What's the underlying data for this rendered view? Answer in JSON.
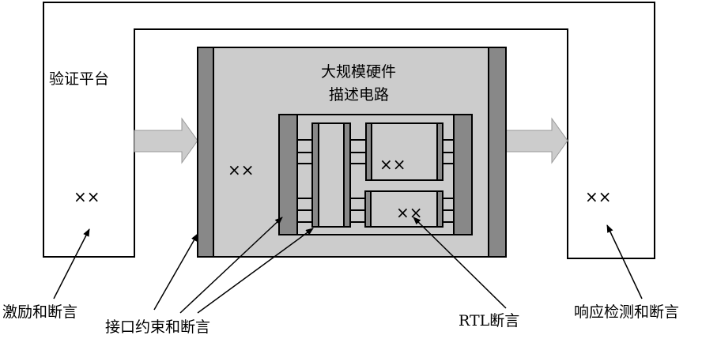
{
  "labels": {
    "platform": "验证平台",
    "design_line1": "大规模硬件",
    "design_line2": "描述电路",
    "stimulus": "激励和断言",
    "interface": "接口约束和断言",
    "rtl": "RTL断言",
    "response": "响应检测和断言"
  },
  "assertion_mark": "××",
  "colors": {
    "box_fill": "#cccccc",
    "bar_fill": "#888888",
    "arrow_fill": "#cccccc",
    "stroke": "#000000"
  }
}
